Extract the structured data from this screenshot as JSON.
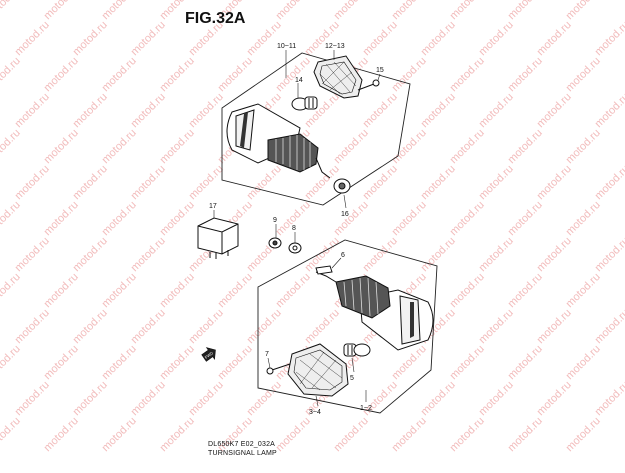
{
  "figure": {
    "title": "FIG.32A",
    "caption_code": "DL650K7 E02_032A",
    "caption_name": "TURNSIGNAL LAMP"
  },
  "watermark": {
    "text": "motod.ru",
    "color": "#f2bcbc"
  },
  "part_labels": {
    "p10_11": "10~11",
    "p12_13": "12~13",
    "p14": "14",
    "p15": "15",
    "p16": "16",
    "p17": "17",
    "p9": "9",
    "p8": "8",
    "p6": "6",
    "p7": "7",
    "p5": "5",
    "p3_4": "3~4",
    "p1_2": "1~2"
  },
  "icons": {
    "front_indicator": "fwd-arrow-icon"
  }
}
